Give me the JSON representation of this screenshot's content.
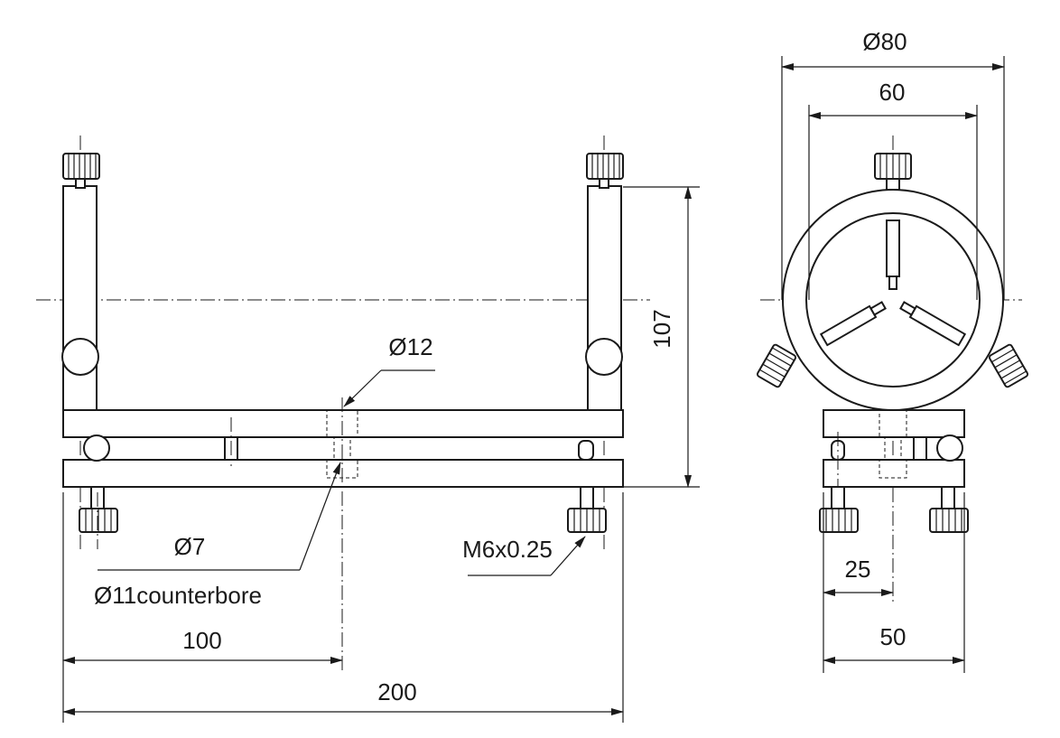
{
  "drawing": {
    "front_view": {
      "total_width": "200",
      "half_width": "100",
      "height": "107",
      "thru_hole": "Ø7",
      "counterbore": "Ø11counterbore",
      "hole_dia": "Ø12",
      "thread": "M6x0.25"
    },
    "side_view": {
      "outer_dia": "Ø80",
      "inner_span": "60",
      "base_width": "50",
      "offset": "25"
    }
  }
}
